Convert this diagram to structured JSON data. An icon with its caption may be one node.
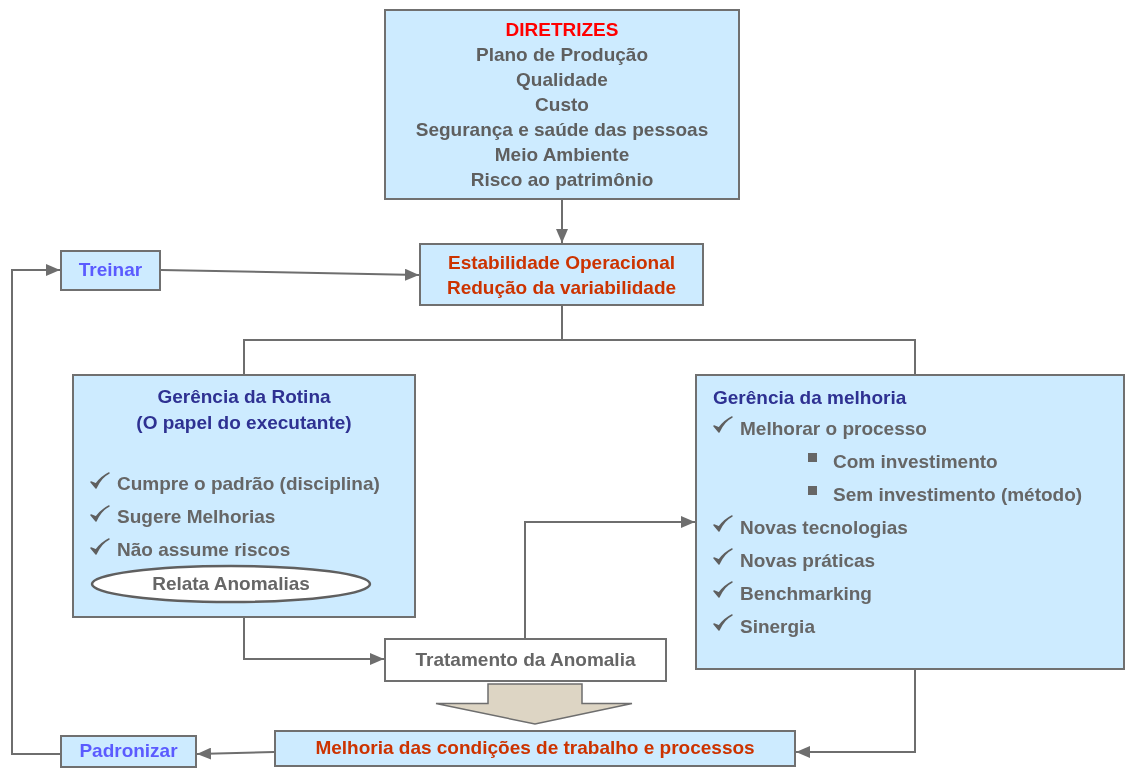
{
  "diagram": {
    "nodes": [
      {
        "text": [
          "DIRETRIZES",
          "Plano de Produção",
          "Qualidade",
          "Custo",
          "Segurança e saúde das pessoas",
          "Meio Ambiente",
          "Risco ao patrimônio"
        ]
      },
      {
        "text": [
          "Treinar"
        ]
      },
      {
        "text": [
          "Estabilidade Operacional",
          "Redução da variabilidade"
        ]
      },
      {
        "text": [
          "Gerência da Rotina",
          "(O papel do executante)",
          "**Cumpre o padrão (**disciplina**)**",
          "Sugere Melhorias",
          "Não assume riscos"
        ]
      },
      {
        "text": [
          "Relata Anomalias"
        ],
        "in": 3
      },
      {
        "text": [
          "Gerência da melhoria",
          "Melhorar o processo",
          "Com investimento",
          "Sem investimento (método)",
          "Novas tecnologias",
          "Novas práticas",
          "Benchmarking",
          "Sinergia"
        ]
      },
      {
        "text": [
          "Tratamento da Anomalia"
        ]
      },
      {
        "text": [
          "Melhoria das condições de trabalho e processos"
        ]
      },
      {
        "text": [
          "Padronizar"
        ]
      }
    ],
    "edges": [
      {
        "from": 0,
        "to": 2,
        "arrow": "to"
      },
      {
        "from": 1,
        "to": 2,
        "arrow": "to"
      },
      {
        "from": 2,
        "to": 3,
        "arrow": "none"
      },
      {
        "from": 2,
        "to": 5,
        "arrow": "none"
      },
      {
        "from": 3,
        "to": 6,
        "arrow": "to"
      },
      {
        "from": 6,
        "to": 5,
        "arrow": "to"
      },
      {
        "from": 5,
        "to": 7,
        "arrow": "to"
      },
      {
        "from": 7,
        "to": 8,
        "arrow": "to"
      },
      {
        "from": 8,
        "to": 1,
        "arrow": "to"
      },
      {
        "from": 6,
        "to": 7,
        "arrow": "to",
        "style": "thick",
        "color": "#ddd5c4"
      }
    ]
  }
}
